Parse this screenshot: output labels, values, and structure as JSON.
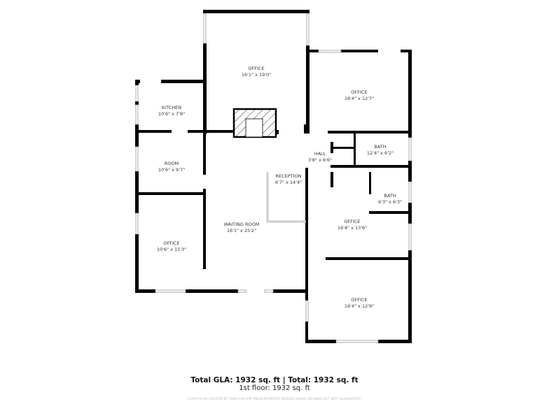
{
  "rooms": [
    {
      "name": "OFFICE",
      "size": "16'1\" x 19'0\""
    },
    {
      "name": "OFFICE",
      "size": "16'4\" x 12'7\""
    },
    {
      "name": "KITCHEN",
      "size": "10'6\" x 7'8\""
    },
    {
      "name": "ROOM",
      "size": "10'6\" x 9'7\""
    },
    {
      "name": "HALL",
      "size": "3'8\" x 6'6\""
    },
    {
      "name": "BATH",
      "size": "12'4\" x 6'2\""
    },
    {
      "name": "RECEPTION",
      "size": "6'7\" x 14'4\""
    },
    {
      "name": "BATH",
      "size": "6'3\" x 6'3\""
    },
    {
      "name": "WAITING ROOM",
      "size": "16'1\" x 25'2\""
    },
    {
      "name": "OFFICE",
      "size": "10'6\" x 15'3\""
    },
    {
      "name": "OFFICE",
      "size": "16'4\" x 13'6\""
    },
    {
      "name": "OFFICE",
      "size": "16'4\" x 12'9\""
    }
  ],
  "footer": {
    "totals": "Total GLA: 1932 sq. ft | Total: 1932 sq. ft",
    "floor": "1st floor: 1932 sq. ft",
    "disclaimer": "FLOOR PLAN CREATED BY CUBICASA APP. MEASUREMENTS DEEMED HIGHLY RELIABLE BUT NOT GUARANTEED."
  }
}
